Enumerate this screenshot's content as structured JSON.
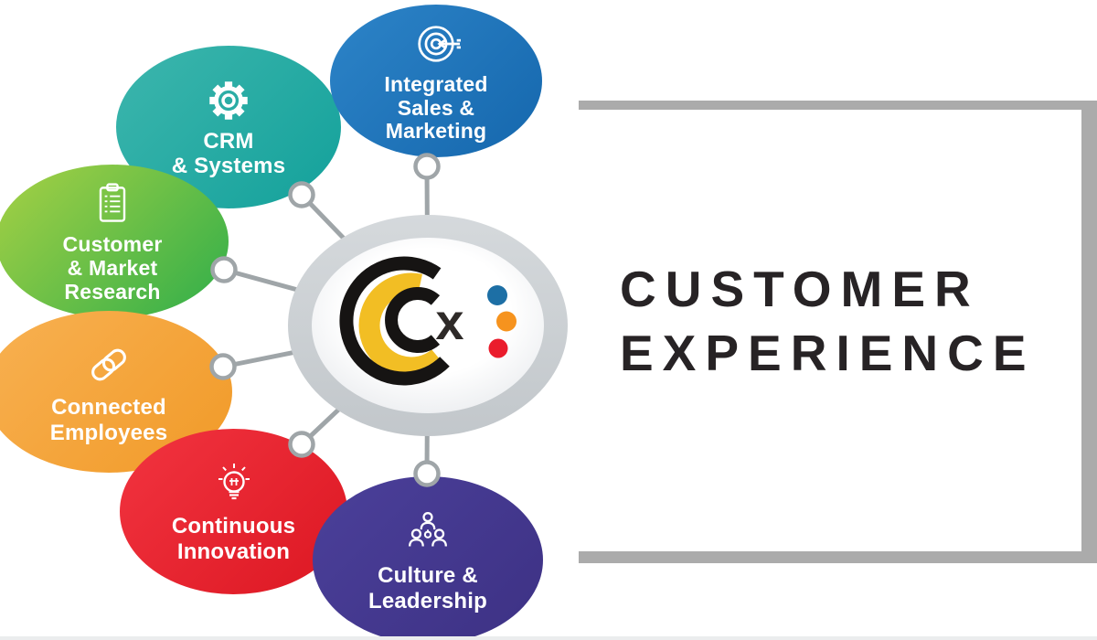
{
  "diagram": {
    "connector_color": "#9fa5a8",
    "hub": {
      "logo_x": "x",
      "ring_color": "#c9cdd1",
      "inner_color": "#ffffff",
      "arc_black": "#161413",
      "arc_yellow": "#f2be24",
      "x_color": "#2e2a28",
      "dots": [
        {
          "name": "blue-dot",
          "color": "#1d6fa5"
        },
        {
          "name": "orange-dot",
          "color": "#f6931e"
        },
        {
          "name": "red-dot",
          "color": "#ea1c2c"
        }
      ]
    },
    "bubbles": [
      {
        "id": "crm-systems",
        "label": "CRM\n& Systems",
        "icon": "gear-icon",
        "color_start": "#3db6ad",
        "color_end": "#13a19b"
      },
      {
        "id": "integrated-sales-marketing",
        "label": "Integrated\nSales &\nMarketing",
        "icon": "target-dart-icon",
        "color_start": "#2d84c8",
        "color_end": "#1567ad"
      },
      {
        "id": "customer-market-research",
        "label": "Customer\n& Market\nResearch",
        "icon": "clipboard-icon",
        "color_start": "#a8d144",
        "color_end": "#2fae4a"
      },
      {
        "id": "connected-employees",
        "label": "Connected\nEmployees",
        "icon": "chain-link-icon",
        "color_start": "#f8b152",
        "color_end": "#f19a28"
      },
      {
        "id": "continuous-innovation",
        "label": "Continuous\nInnovation",
        "icon": "lightbulb-icon",
        "color_start": "#f23440",
        "color_end": "#dc1722"
      },
      {
        "id": "culture-leadership",
        "label": "Culture &\nLeadership",
        "icon": "people-icon",
        "color_start": "#4b409a",
        "color_end": "#3d3184"
      }
    ]
  },
  "title_panel": {
    "line1": "CUSTOMER",
    "line2": "EXPERIENCE",
    "frame_color": "#ababab",
    "text_color": "#272325"
  }
}
